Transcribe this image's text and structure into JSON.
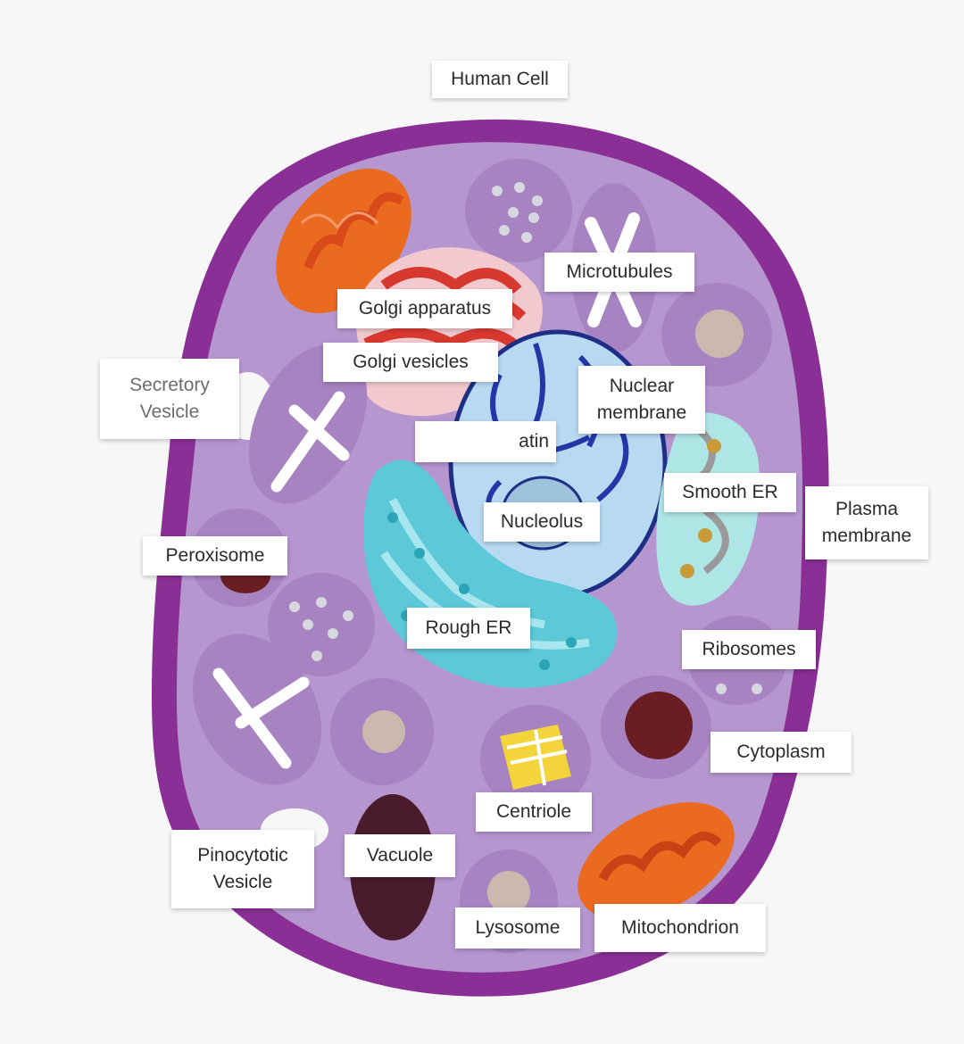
{
  "title": "Human Cell",
  "labels": {
    "golgi_apparatus": "Golgi apparatus",
    "golgi_vesicles": "Golgi vesicles",
    "microtubules": "Microtubules",
    "secretory_vesicle": "Secretory\nVesicle",
    "nuclear_membrane": "Nuclear\nmembrane",
    "chromatin": "atin",
    "smooth_er": "Smooth ER",
    "plasma_membrane": "Plasma\nmembrane",
    "nucleolus": "Nucleolus",
    "peroxisome": "Peroxisome",
    "rough_er": "Rough ER",
    "ribosomes": "Ribosomes",
    "cytoplasm": "Cytoplasm",
    "centriole": "Centriole",
    "pinocytotic_vesicle": "Pinocytotic\nVesicle",
    "vacuole": "Vacuole",
    "lysosome": "Lysosome",
    "mitochondrion": "Mitochondrion"
  },
  "colors": {
    "background": "#f7f7f8",
    "plasma_membrane": "#8a2f95",
    "cytoplasm": "#b696cf",
    "organelle_disc": "#a783c2",
    "nucleus": "#b8d9f2",
    "nuclear_outline": "#1f2f86",
    "chromatin": "#2537a6",
    "rough_er": "#5cc8d8",
    "smooth_er": "#aee6e6",
    "golgi": "#d8392f",
    "mitochondrion": "#ea6a1f",
    "centriole": "#f3d43a",
    "vacuole": "#4a1b2c",
    "peroxisome": "#6a1e24",
    "lysosome_dot": "#cbb9b0"
  }
}
